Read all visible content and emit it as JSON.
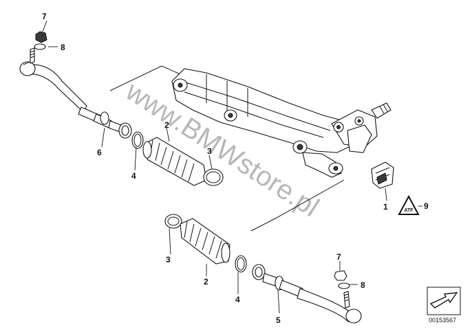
{
  "diagram": {
    "watermark": "www.BMWstore.pl",
    "doc_number": "00153567",
    "callouts": [
      {
        "id": "callout-7-top",
        "text": "7"
      },
      {
        "id": "callout-8-top",
        "text": "8"
      },
      {
        "id": "callout-6",
        "text": "6"
      },
      {
        "id": "callout-4-top",
        "text": "4"
      },
      {
        "id": "callout-2-top",
        "text": "2"
      },
      {
        "id": "callout-3-top",
        "text": "3"
      },
      {
        "id": "callout-1",
        "text": "1"
      },
      {
        "id": "callout-9",
        "text": "9"
      },
      {
        "id": "callout-3-bottom",
        "text": "3"
      },
      {
        "id": "callout-2-bottom",
        "text": "2"
      },
      {
        "id": "callout-4-bottom",
        "text": "4"
      },
      {
        "id": "callout-5",
        "text": "5"
      },
      {
        "id": "callout-7-bottom",
        "text": "7"
      },
      {
        "id": "callout-8-bottom",
        "text": "8"
      }
    ],
    "icons": [
      "steering-rack-icon",
      "tie-rod-icon",
      "bellows-icon",
      "clamp-icon",
      "bracket-icon",
      "warning-triangle-icon",
      "direction-arrow-icon"
    ]
  }
}
